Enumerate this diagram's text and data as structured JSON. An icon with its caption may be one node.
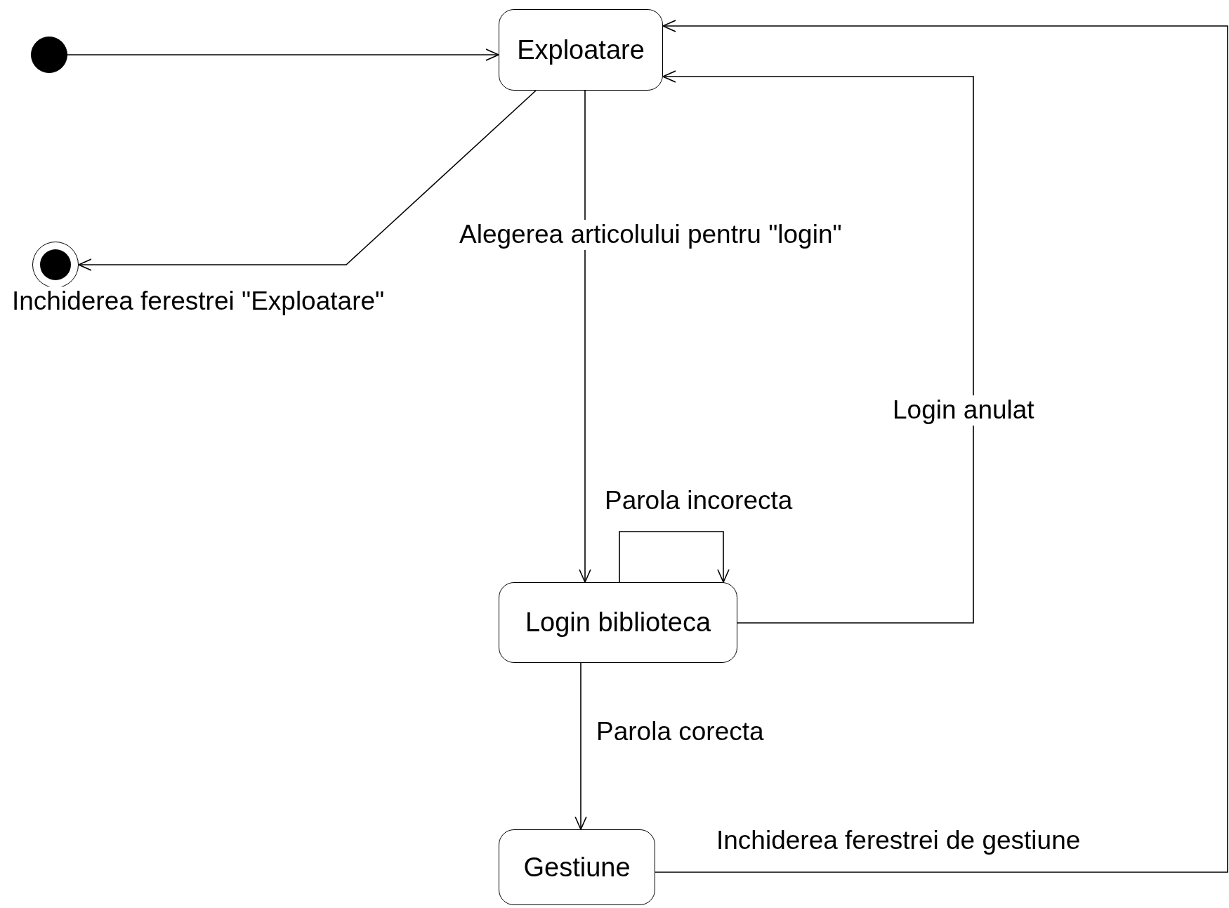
{
  "diagram": {
    "nodes": [
      {
        "text": [],
        "shape": "circle"
      },
      {
        "text": [
          "Exploatare"
        ]
      },
      {
        "text": [],
        "shape": "circle"
      },
      {
        "text": [
          "Login biblioteca"
        ]
      },
      {
        "text": [
          "Gestiune"
        ]
      }
    ],
    "edges": [
      {
        "from": 0,
        "to": 1,
        "arrow": "to"
      },
      {
        "from": 1,
        "to": 2,
        "arrow": "to",
        "label": "Inchiderea ferestrei \"Exploatare\""
      },
      {
        "from": 1,
        "to": 3,
        "arrow": "to",
        "label": "Alegerea articolului pentru \"login\""
      },
      {
        "from": 3,
        "to": 3,
        "arrow": "to",
        "label": "Parola incorecta"
      },
      {
        "from": 3,
        "to": 1,
        "arrow": "to",
        "label": "Login anulat"
      },
      {
        "from": 3,
        "to": 4,
        "arrow": "to",
        "label": "Parola corecta"
      },
      {
        "from": 4,
        "to": 1,
        "arrow": "to",
        "label": "Inchiderea ferestrei de gestiune"
      }
    ]
  }
}
